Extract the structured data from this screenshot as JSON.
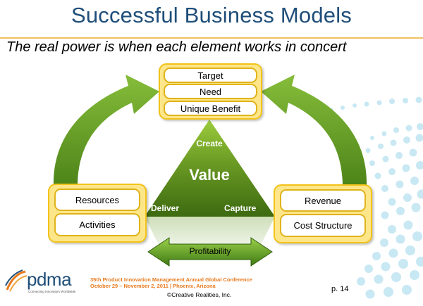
{
  "header": {
    "title": "Successful Business Models",
    "subtitle": "The real power is when each element works in concert"
  },
  "diagram": {
    "top_items": [
      "Target",
      "Need",
      "Unique Benefit"
    ],
    "left_items": [
      "Resources",
      "Activities"
    ],
    "right_items": [
      "Revenue",
      "Cost Structure"
    ],
    "triangle": {
      "top": "Create",
      "center": "Value",
      "left": "Deliver",
      "right": "Capture"
    },
    "arrow_label": "Profitability"
  },
  "footer": {
    "logo": "pdma",
    "logo_tagline": "Connecting Innovators Worldwide",
    "conference_line1": "35th Product Innovation Management Annual Global Conference",
    "conference_line2": "October 29 – November 2, 2011 | Phoenix, Arizona",
    "copyright": "©Creative Realities, Inc.",
    "page": "p. 14"
  },
  "colors": {
    "title": "#1f4e79",
    "accent_orange": "#e87a1e",
    "box_fill": "#fde68a",
    "box_border": "#f2c319",
    "green_dark": "#3d6a10",
    "green_light": "#9ccc3c",
    "dots": "#bfe4f2"
  }
}
